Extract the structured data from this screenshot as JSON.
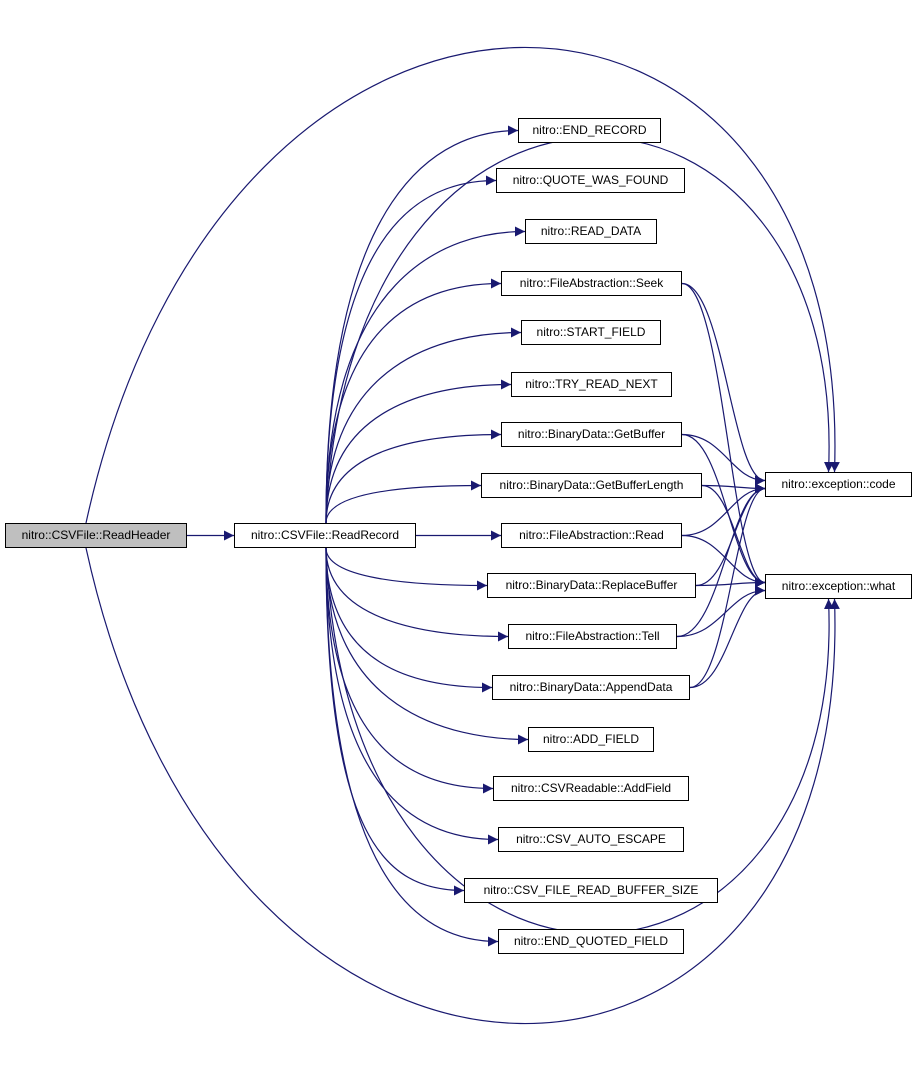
{
  "colors": {
    "edge": "#191970",
    "root_fill": "#bfbfbf",
    "node_fill": "#ffffff",
    "node_border": "#000000"
  },
  "nodes": {
    "read_header": "nitro::CSVFile::ReadHeader",
    "read_record": "nitro::CSVFile::ReadRecord",
    "end_record": "nitro::END_RECORD",
    "quote_was_found": "nitro::QUOTE_WAS_FOUND",
    "read_data": "nitro::READ_DATA",
    "fa_seek": "nitro::FileAbstraction::Seek",
    "start_field": "nitro::START_FIELD",
    "try_read_next": "nitro::TRY_READ_NEXT",
    "bd_get_buffer": "nitro::BinaryData::GetBuffer",
    "bd_get_buffer_length": "nitro::BinaryData::GetBufferLength",
    "fa_read": "nitro::FileAbstraction::Read",
    "bd_replace_buffer": "nitro::BinaryData::ReplaceBuffer",
    "fa_tell": "nitro::FileAbstraction::Tell",
    "bd_append_data": "nitro::BinaryData::AppendData",
    "add_field": "nitro::ADD_FIELD",
    "csv_readable_add_field": "nitro::CSVReadable::AddField",
    "csv_auto_escape": "nitro::CSV_AUTO_ESCAPE",
    "csv_file_read_buffer_size": "nitro::CSV_FILE_READ_BUFFER_SIZE",
    "end_quoted_field": "nitro::END_QUOTED_FIELD",
    "exception_code": "nitro::exception::code",
    "exception_what": "nitro::exception::what"
  },
  "edges": [
    [
      "read_header",
      "read_record"
    ],
    [
      "read_header",
      "exception_code"
    ],
    [
      "read_header",
      "exception_what"
    ],
    [
      "read_record",
      "end_record"
    ],
    [
      "read_record",
      "quote_was_found"
    ],
    [
      "read_record",
      "read_data"
    ],
    [
      "read_record",
      "fa_seek"
    ],
    [
      "read_record",
      "start_field"
    ],
    [
      "read_record",
      "try_read_next"
    ],
    [
      "read_record",
      "bd_get_buffer"
    ],
    [
      "read_record",
      "bd_get_buffer_length"
    ],
    [
      "read_record",
      "fa_read"
    ],
    [
      "read_record",
      "bd_replace_buffer"
    ],
    [
      "read_record",
      "fa_tell"
    ],
    [
      "read_record",
      "bd_append_data"
    ],
    [
      "read_record",
      "add_field"
    ],
    [
      "read_record",
      "csv_readable_add_field"
    ],
    [
      "read_record",
      "csv_auto_escape"
    ],
    [
      "read_record",
      "csv_file_read_buffer_size"
    ],
    [
      "read_record",
      "end_quoted_field"
    ],
    [
      "read_record",
      "exception_code"
    ],
    [
      "read_record",
      "exception_what"
    ],
    [
      "fa_seek",
      "exception_code"
    ],
    [
      "fa_seek",
      "exception_what"
    ],
    [
      "bd_get_buffer",
      "exception_code"
    ],
    [
      "bd_get_buffer",
      "exception_what"
    ],
    [
      "bd_get_buffer_length",
      "exception_code"
    ],
    [
      "bd_get_buffer_length",
      "exception_what"
    ],
    [
      "fa_read",
      "exception_code"
    ],
    [
      "fa_read",
      "exception_what"
    ],
    [
      "bd_replace_buffer",
      "exception_code"
    ],
    [
      "bd_replace_buffer",
      "exception_what"
    ],
    [
      "fa_tell",
      "exception_code"
    ],
    [
      "fa_tell",
      "exception_what"
    ],
    [
      "bd_append_data",
      "exception_code"
    ],
    [
      "bd_append_data",
      "exception_what"
    ]
  ]
}
